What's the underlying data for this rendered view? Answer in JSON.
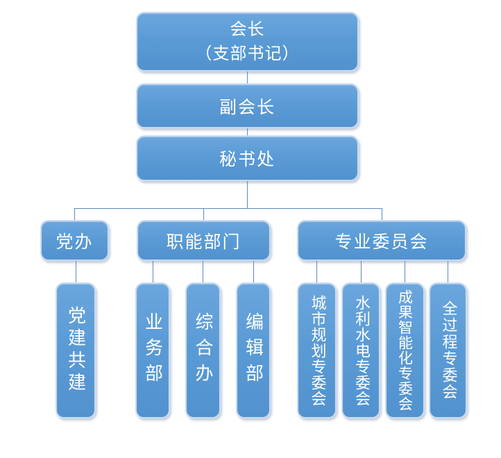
{
  "diagram": {
    "type": "org-chart",
    "background_color": "#ffffff",
    "node_fill_color": "#5b9bd5",
    "node_border_color": "#c9dbf0",
    "connector_color": "#5b89c0",
    "text_color": "#ffffff"
  },
  "nodes": {
    "chairman": {
      "line1": "会长",
      "line2": "（支部书记）"
    },
    "vice_chairman": {
      "label": "副会长"
    },
    "secretariat": {
      "label": "秘书处"
    },
    "party_office": {
      "label": "党办"
    },
    "functional_depts": {
      "label": "职能部门"
    },
    "committees": {
      "label": "专业委员会"
    },
    "party_building": {
      "label": "党建共建"
    },
    "business_dept": {
      "label": "业务部"
    },
    "general_office": {
      "label": "综合办"
    },
    "editorial_dept": {
      "label": "编辑部"
    },
    "urban_planning_committee": {
      "label": "城市规划专委会"
    },
    "water_power_committee": {
      "label": "水利水电专委会"
    },
    "smart_results_committee": {
      "label": "成果智能化专委会"
    },
    "whole_process_committee": {
      "label": "全过程专委会"
    }
  }
}
